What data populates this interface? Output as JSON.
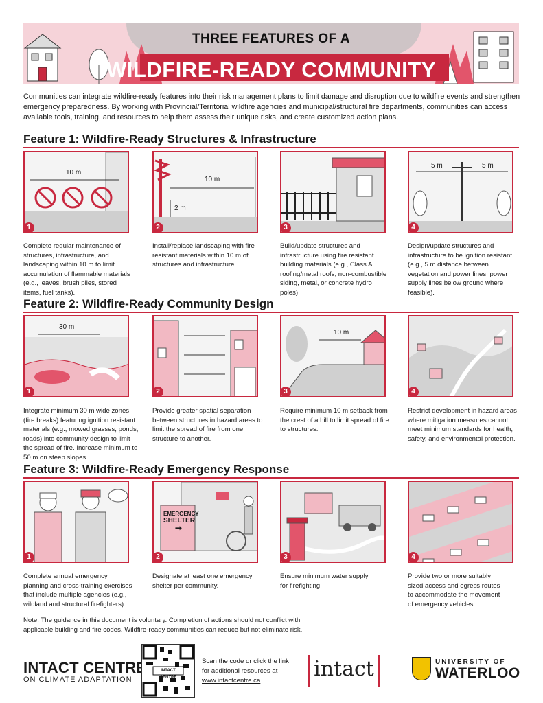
{
  "header": {
    "title_line1": "THREE FEATURES OF A",
    "title_line2": "WILDFIRE-READY COMMUNITY"
  },
  "intro": "Communities can integrate wildfire-ready features into their risk management plans to limit damage and disruption due to wildfire events and strengthen emergency preparedness. By working with Provincial/Territorial wildfire agencies and municipal/structural fire departments, communities can access available tools, training, and resources to help them assess their unique risks, and create customized action plans.",
  "features": [
    {
      "heading": "Feature 1: Wildfire-Ready Structures & Infrastructure",
      "items": [
        {
          "num": "1",
          "label": "10 m",
          "caption": "Complete regular maintenance of structures, infrastructure, and landscaping within 10 m to limit accumulation of flammable materials (e.g., leaves, brush piles, stored items, fuel tanks)."
        },
        {
          "num": "2",
          "label": "10 m",
          "label2": "2 m",
          "caption": "Install/replace landscaping with fire resistant materials within 10 m of structures and infrastructure."
        },
        {
          "num": "3",
          "caption": "Build/update structures and infrastructure using fire resistant building materials (e.g., Class A roofing/metal roofs, non-combustible siding, metal, or concrete hydro poles)."
        },
        {
          "num": "4",
          "label": "5 m",
          "label2": "5 m",
          "caption": "Design/update structures and infrastructure to be ignition resistant (e.g., 5 m distance between vegetation and power lines, power supply lines below ground where feasible)."
        }
      ]
    },
    {
      "heading": "Feature 2: Wildfire-Ready Community Design",
      "items": [
        {
          "num": "1",
          "label": "30 m",
          "caption": "Integrate minimum 30 m wide zones (fire breaks) featuring ignition resistant materials (e.g., mowed grasses, ponds, roads) into community design to limit the spread of fire. Increase minimum to 50 m on steep slopes."
        },
        {
          "num": "2",
          "caption": "Provide greater spatial separation between structures in hazard areas to limit the spread of fire from one structure to another."
        },
        {
          "num": "3",
          "label": "10 m",
          "caption": "Require minimum 10 m setback from the crest of a hill to limit spread of fire to structures."
        },
        {
          "num": "4",
          "caption": "Restrict development in hazard areas where mitigation measures cannot meet minimum standards for health, safety, and environmental protection."
        }
      ]
    },
    {
      "heading": "Feature 3: Wildfire-Ready Emergency Response",
      "items": [
        {
          "num": "1",
          "caption": "Complete annual emergency planning and cross-training exercises that include multiple agencies (e.g., wildland and structural firefighters)."
        },
        {
          "num": "2",
          "sign1": "EMERGENCY",
          "sign2": "SHELTER",
          "caption": "Designate at least one emergency shelter per community."
        },
        {
          "num": "3",
          "caption": "Ensure minimum water supply for firefighting."
        },
        {
          "num": "4",
          "caption": "Provide two or more suitably sized access and egress routes to accommodate the movement of emergency vehicles."
        }
      ]
    }
  ],
  "note": "Note: The guidance in this document is voluntary. Completion of actions should not conflict with applicable building and fire codes. Wildfire-ready communities can reduce but not eliminate risk.",
  "footer": {
    "ic_line1": "INTACT CENTRE",
    "ic_line2": "ON CLIMATE ADAPTATION",
    "qr_label": "INTACT CENTRE",
    "scan_line1": "Scan the code or click the link",
    "scan_line2": "for additional resources at",
    "scan_url": "www.intactcentre.ca",
    "intact": "intact",
    "uw_line1": "UNIVERSITY OF",
    "uw_line2": "WATERLOO"
  },
  "colors": {
    "accent": "#c8283f",
    "pink": "#f6d3d9",
    "panel_bg": "#f4f4f4"
  }
}
